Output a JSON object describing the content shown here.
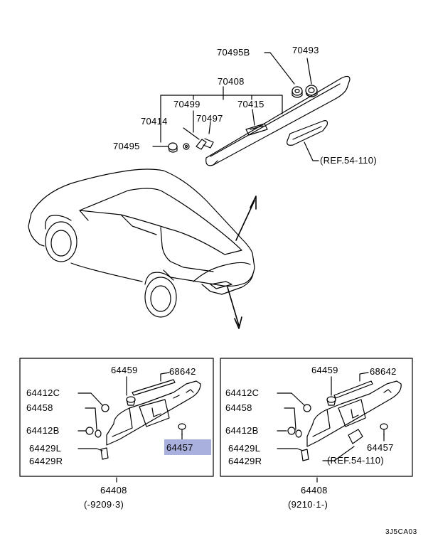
{
  "colors": {
    "highlight": "#aab0dd",
    "line": "#000000"
  },
  "top": {
    "labels": {
      "p70495b": "70495B",
      "p70493": "70493",
      "p70408": "70408",
      "p70499": "70499",
      "p70415": "70415",
      "p70414": "70414",
      "p70497": "70497",
      "p70495": "70495",
      "ref": "(REF.54-110)"
    }
  },
  "left_panel": {
    "labels": {
      "p64459": "64459",
      "p68642": "68642",
      "p64412c": "64412C",
      "p64458": "64458",
      "p64412b": "64412B",
      "p64457": "64457",
      "p64429l": "64429L",
      "p64429r": "64429R"
    },
    "part_number": "64408",
    "range": "(-9209·3)"
  },
  "right_panel": {
    "labels": {
      "p64459": "64459",
      "p68642": "68642",
      "p64412c": "64412C",
      "p64458": "64458",
      "p64412b": "64412B",
      "p64457": "64457",
      "p64429l": "64429L",
      "p64429r": "64429R",
      "ref": "(REF.54-110)"
    },
    "part_number": "64408",
    "range": "(9210·1-)"
  },
  "diagram_code": "3J5CA03"
}
